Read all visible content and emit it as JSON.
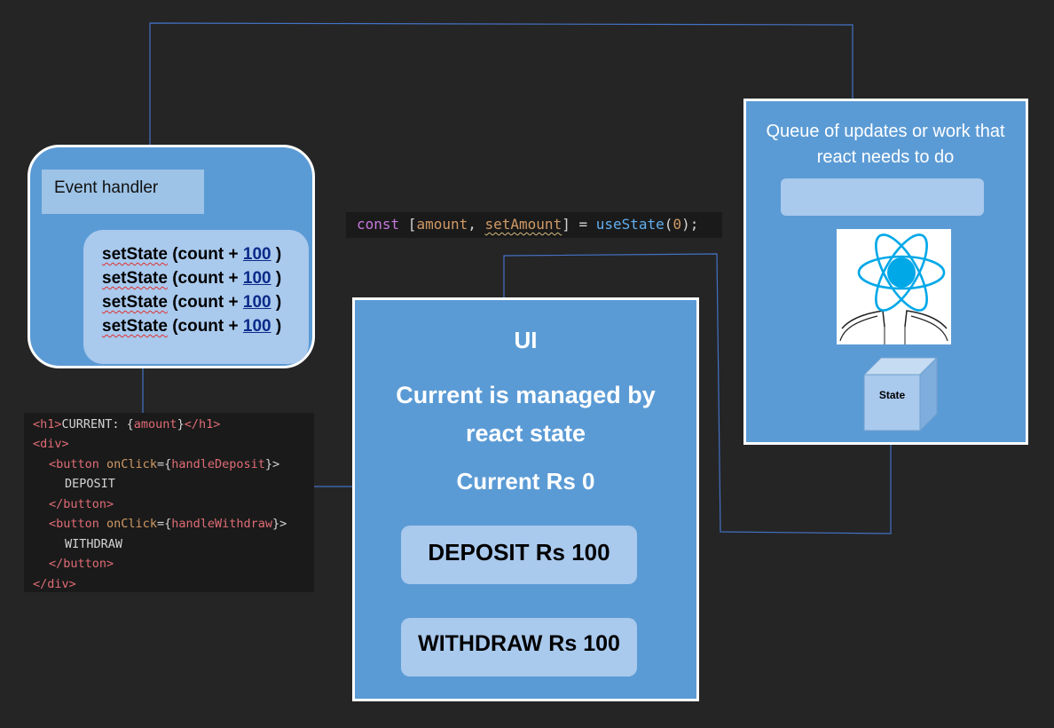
{
  "event_handler": {
    "label": "Event handler",
    "lines": [
      {
        "fn": "setState",
        "mid": " (count + ",
        "num": "100",
        "end": " )"
      },
      {
        "fn": "setState",
        "mid": " (count + ",
        "num": "100",
        "end": " )"
      },
      {
        "fn": "setState",
        "mid": " (count + ",
        "num": "100",
        "end": " )"
      },
      {
        "fn": "setState",
        "mid": " (count + ",
        "num": "100",
        "end": " )"
      }
    ]
  },
  "code": {
    "l1_open": "<h1>",
    "l1_text": "CURRENT: {",
    "l1_var": "amount",
    "l1_close_brace": "}",
    "l1_close": "</h1>",
    "l2": "<div>",
    "l3_open": "<button",
    "l3_attr": "onClick",
    "l3_eq": "={",
    "l3_val": "handleDeposit",
    "l3_end": "}>",
    "l4": "DEPOSIT",
    "l5": "</button>",
    "l6_open": "<button",
    "l6_attr": "onClick",
    "l6_eq": "={",
    "l6_val": "handleWithdraw",
    "l6_end": "}>",
    "l7": "WITHDRAW",
    "l8": "</button>",
    "l9": "</div>"
  },
  "usestate": {
    "kw": "const",
    "open": " [",
    "var": "amount",
    "comma": ", ",
    "setter": "setAmount",
    "close": "] = ",
    "fn": "useState",
    "paren_open": "(",
    "arg": "0",
    "paren_close": ");"
  },
  "ui_panel": {
    "title": "UI",
    "description": "Current is managed by react state",
    "current": "Current Rs 0",
    "deposit_label": "DEPOSIT Rs 100",
    "withdraw_label": "WITHDRAW Rs 100"
  },
  "queue_panel": {
    "title": "Queue of updates or work that react needs to do",
    "state_label": "State"
  },
  "colors": {
    "background": "#252526",
    "panel": "#5b9bd5",
    "light_box": "#a9c9ed",
    "connector": "#4472c4",
    "react_blue": "#00a8e8"
  }
}
